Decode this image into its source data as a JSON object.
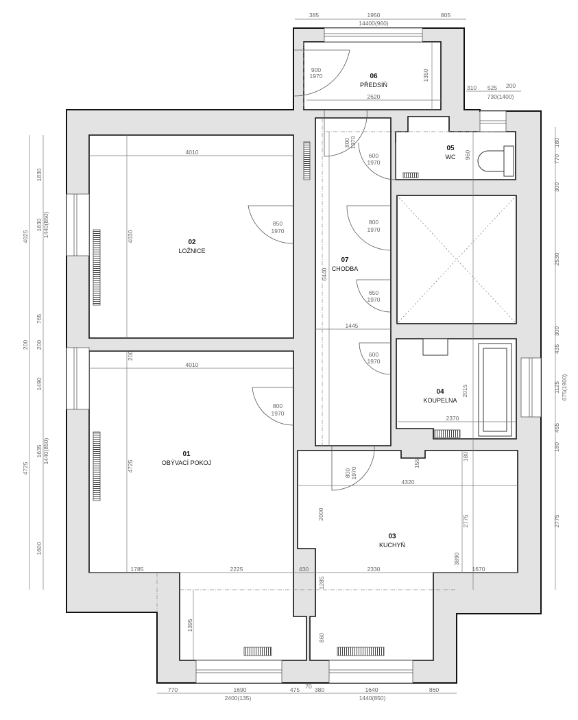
{
  "rooms": {
    "r01": {
      "number": "01",
      "name": "OBÝVACÍ POKOJ"
    },
    "r02": {
      "number": "02",
      "name": "LOŽNICE"
    },
    "r03": {
      "number": "03",
      "name": "KUCHYŇ"
    },
    "r04": {
      "number": "04",
      "name": "KOUPELNA"
    },
    "r05": {
      "number": "05",
      "name": "WC"
    },
    "r06": {
      "number": "06",
      "name": "PŘEDSÍŇ"
    },
    "r07": {
      "number": "07",
      "name": "CHODBA"
    }
  },
  "dims": {
    "top": [
      "385",
      "1950",
      "14400(960)",
      "805"
    ],
    "entry": [
      "900",
      "1970",
      "1350",
      "2620",
      "310",
      "525",
      "200",
      "730(1400)"
    ],
    "wc": [
      "800",
      "1970",
      "600",
      "1970",
      "960"
    ],
    "bedroom": [
      "4010",
      "4030",
      "850",
      "1970"
    ],
    "corridor": [
      "6440",
      "800",
      "1970",
      "650",
      "1970",
      "1445",
      "600",
      "1970"
    ],
    "bath": [
      "2015",
      "2370"
    ],
    "living": [
      "4010",
      "200",
      "4725",
      "800",
      "1970"
    ],
    "kitchen": [
      "4320",
      "155",
      "180",
      "800",
      "1970",
      "2000",
      "2775",
      "3890",
      "1785",
      "2225",
      "430",
      "2330",
      "1670",
      "1285",
      "1395",
      "860"
    ],
    "bottom": [
      "770",
      "1690",
      "2400(135)",
      "475",
      "70",
      "380",
      "1640",
      "1440(850)",
      "860"
    ],
    "left": [
      "4025",
      "1830",
      "1630",
      "1440(850)",
      "765",
      "200",
      "200",
      "1490",
      "1635",
      "1440(850)",
      "4725",
      "1600"
    ],
    "right": [
      "770",
      "180",
      "300",
      "2530",
      "300",
      "435",
      "1125",
      "675(1900)",
      "455",
      "180",
      "2775"
    ]
  }
}
